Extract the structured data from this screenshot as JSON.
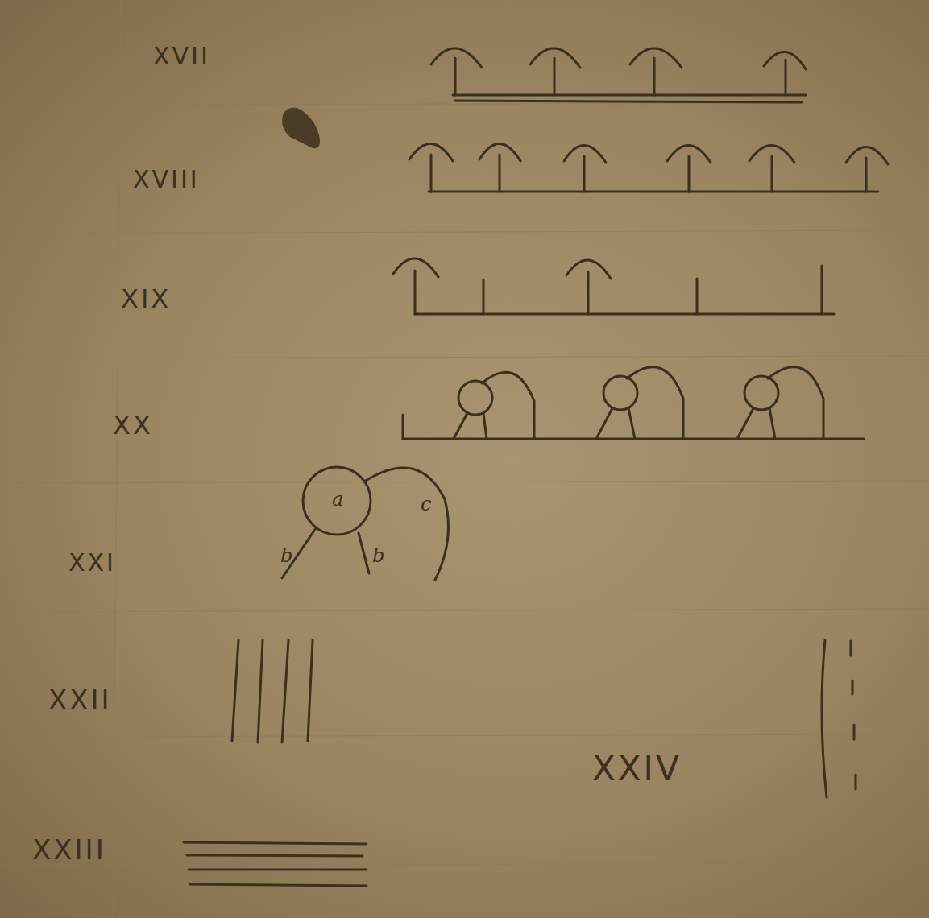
{
  "diagram": {
    "labels": [
      "XVII",
      "XVIII",
      "XIX",
      "XX",
      "XXI",
      "a",
      "b",
      "b",
      "c",
      "XXII",
      "XXIII",
      "XXIV"
    ]
  }
}
